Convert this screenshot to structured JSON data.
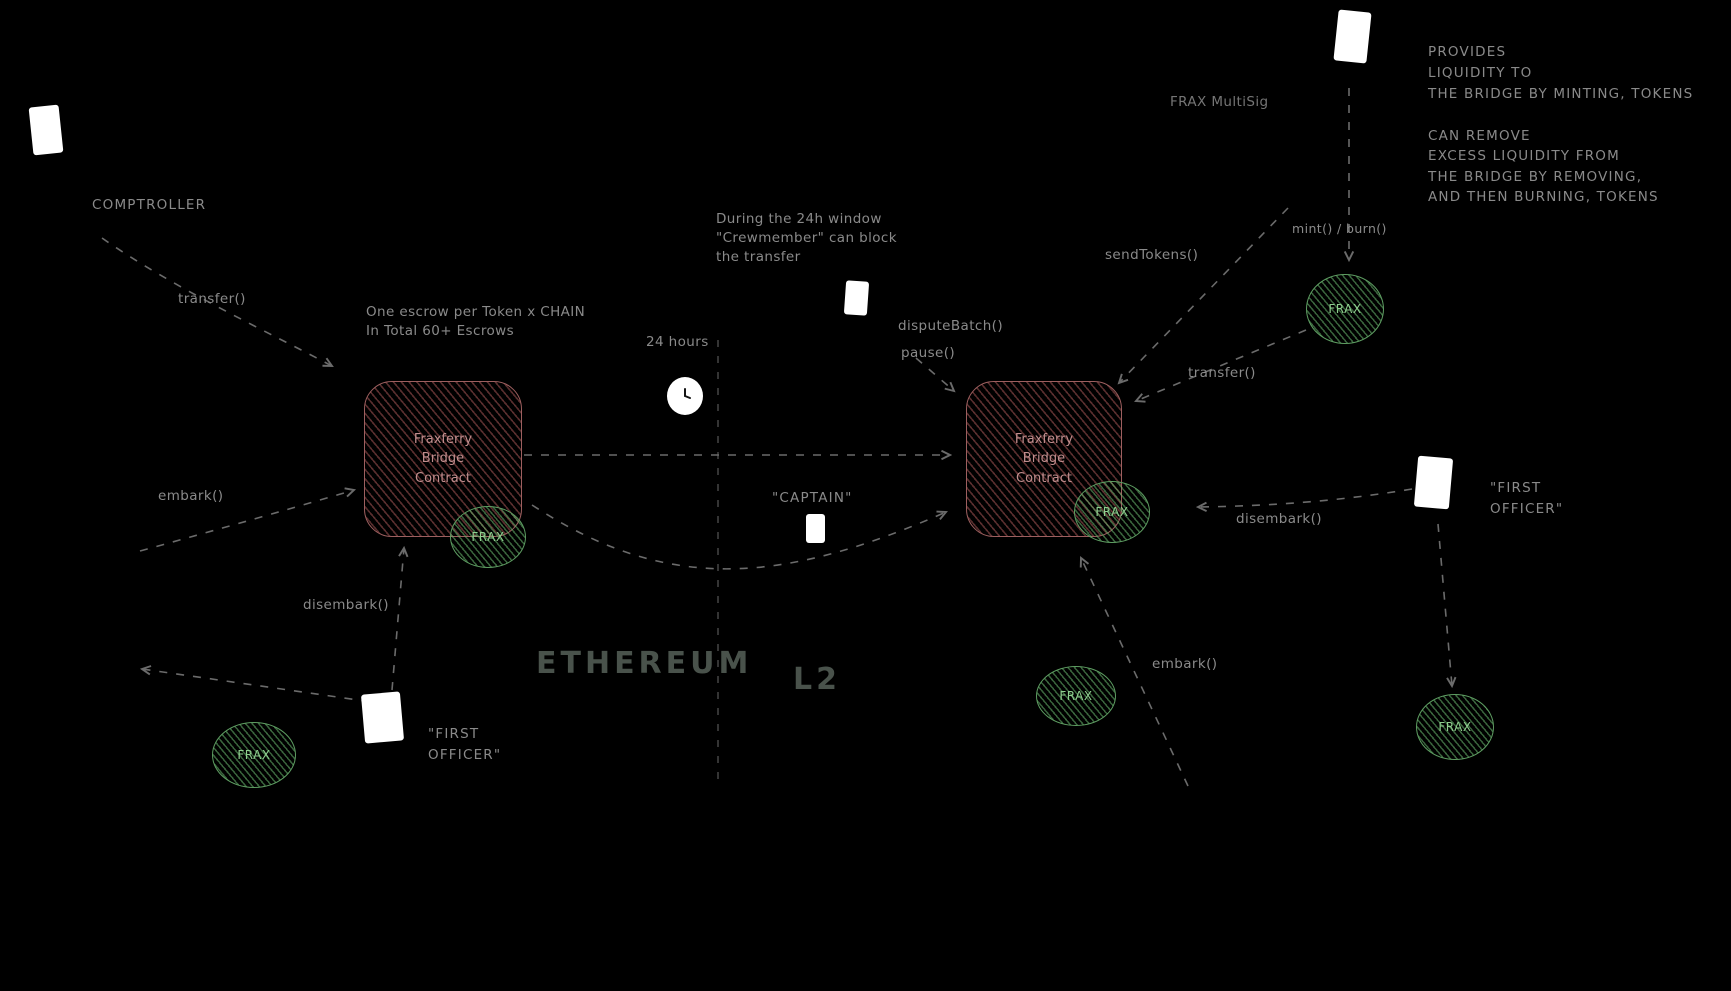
{
  "diagram": {
    "sections": {
      "left": "ETHEREUM",
      "right": "L2"
    },
    "boxes": {
      "left": {
        "label": "Fraxferry\nBridge\nContract"
      },
      "right": {
        "label": "Fraxferry\nBridge\nContract"
      }
    },
    "token_label": "FRAX",
    "labels": {
      "comptroller": "COMPTROLLER",
      "transfer_left": "transfer()",
      "escrow_note": "One escrow per Token x CHAIN\nIn Total 60+ Escrows",
      "hours": "24 hours",
      "window_note": "During the 24h window\n\"Crewmember\" can block\nthe transfer",
      "dispute_batch": "disputeBatch()",
      "pause": "pause()",
      "send_tokens": "sendTokens()",
      "frax_multisig": "FRAX MultiSig",
      "mint_burn": "mint() / burn()",
      "provides": "PROVIDES\nLIQUIDITY TO\nTHE BRIDGE BY MINTING, TOKENS",
      "can_remove": "CAN REMOVE\nEXCESS LIQUIDITY FROM\nTHE BRIDGE BY REMOVING,\nAND THEN BURNING, TOKENS",
      "transfer_right": "transfer()",
      "embark_left": "embark()",
      "disembark_left": "disembark()",
      "captain": "\"CAPTAIN\"",
      "disembark_right": "disembark()",
      "first_officer_right": "\"FIRST\nOFFICER\"",
      "first_officer_left": "\"FIRST\nOFFICER\"",
      "embark_right": "embark()"
    },
    "colors": {
      "background": "#000000",
      "label": "#8a8a8a",
      "section_text": "#49524b",
      "box_border": "#9d5f5f",
      "box_text": "#c08e8e",
      "token_border": "#5e9e62",
      "token_text": "#8fcf8f",
      "arrow": "#6b6b6b",
      "person": "#ffffff"
    }
  }
}
